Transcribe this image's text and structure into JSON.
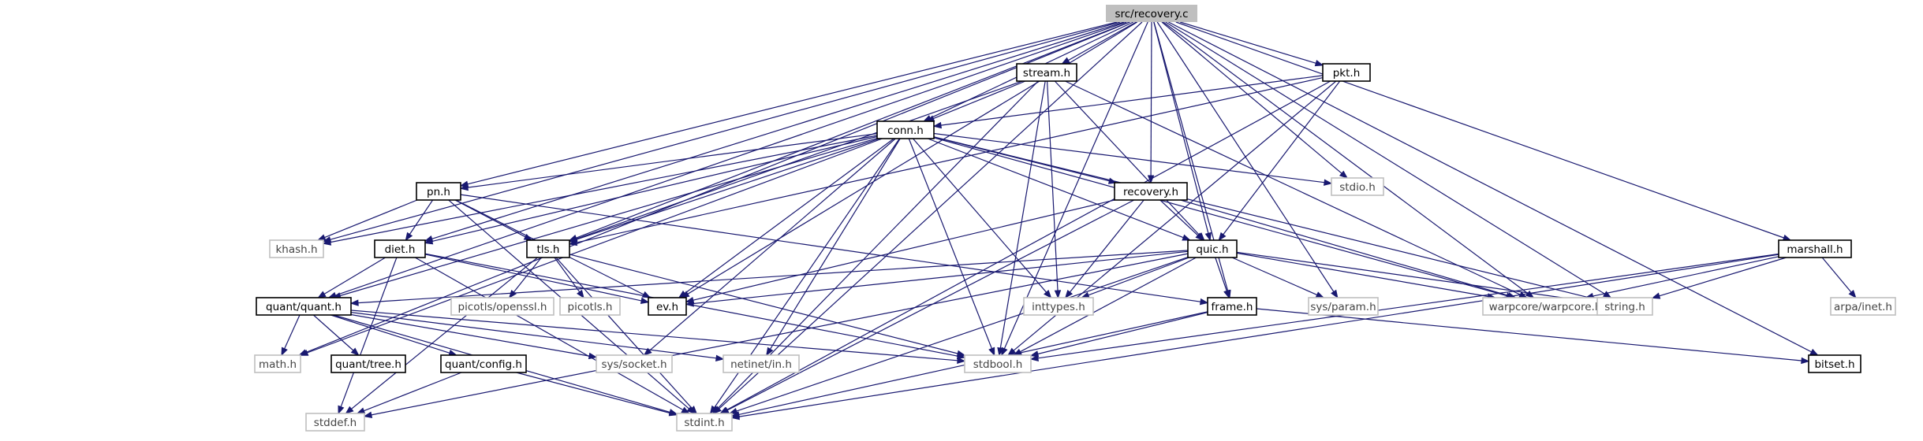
{
  "diagram": {
    "title": "src/recovery.c",
    "nodes": [
      {
        "id": "recovery_c",
        "label": "src/recovery.c",
        "kind": "root"
      },
      {
        "id": "stream_h",
        "label": "stream.h",
        "kind": "local"
      },
      {
        "id": "pkt_h",
        "label": "pkt.h",
        "kind": "local"
      },
      {
        "id": "conn_h",
        "label": "conn.h",
        "kind": "local"
      },
      {
        "id": "stdio_h",
        "label": "stdio.h",
        "kind": "system"
      },
      {
        "id": "pn_h",
        "label": "pn.h",
        "kind": "local"
      },
      {
        "id": "recovery_h",
        "label": "recovery.h",
        "kind": "local"
      },
      {
        "id": "khash_h",
        "label": "khash.h",
        "kind": "system"
      },
      {
        "id": "diet_h",
        "label": "diet.h",
        "kind": "local"
      },
      {
        "id": "tls_h",
        "label": "tls.h",
        "kind": "local"
      },
      {
        "id": "quic_h",
        "label": "quic.h",
        "kind": "local"
      },
      {
        "id": "marshall_h",
        "label": "marshall.h",
        "kind": "local"
      },
      {
        "id": "picotls_openssl_h",
        "label": "picotls/openssl.h",
        "kind": "system"
      },
      {
        "id": "picotls_h",
        "label": "picotls.h",
        "kind": "system"
      },
      {
        "id": "quant_quant_h",
        "label": "quant/quant.h",
        "kind": "local"
      },
      {
        "id": "ev_h",
        "label": "ev.h",
        "kind": "local"
      },
      {
        "id": "inttypes_h",
        "label": "inttypes.h",
        "kind": "system"
      },
      {
        "id": "frame_h",
        "label": "frame.h",
        "kind": "local"
      },
      {
        "id": "sys_param_h",
        "label": "sys/param.h",
        "kind": "system"
      },
      {
        "id": "warpcore_h",
        "label": "warpcore/warpcore.h",
        "kind": "system"
      },
      {
        "id": "string_h",
        "label": "string.h",
        "kind": "system"
      },
      {
        "id": "arpa_inet_h",
        "label": "arpa/inet.h",
        "kind": "system"
      },
      {
        "id": "math_h",
        "label": "math.h",
        "kind": "system"
      },
      {
        "id": "quant_tree_h",
        "label": "quant/tree.h",
        "kind": "local"
      },
      {
        "id": "quant_config_h",
        "label": "quant/config.h",
        "kind": "local"
      },
      {
        "id": "sys_socket_h",
        "label": "sys/socket.h",
        "kind": "system"
      },
      {
        "id": "netinet_in_h",
        "label": "netinet/in.h",
        "kind": "system"
      },
      {
        "id": "stdbool_h",
        "label": "stdbool.h",
        "kind": "system"
      },
      {
        "id": "bitset_h",
        "label": "bitset.h",
        "kind": "local"
      },
      {
        "id": "stddef_h",
        "label": "stddef.h",
        "kind": "system"
      },
      {
        "id": "stdint_h",
        "label": "stdint.h",
        "kind": "system"
      }
    ],
    "edges": [
      [
        "recovery_c",
        "stream_h"
      ],
      [
        "recovery_c",
        "pkt_h"
      ],
      [
        "recovery_c",
        "conn_h"
      ],
      [
        "recovery_c",
        "recovery_h"
      ],
      [
        "recovery_c",
        "pn_h"
      ],
      [
        "recovery_c",
        "diet_h"
      ],
      [
        "recovery_c",
        "tls_h"
      ],
      [
        "recovery_c",
        "quic_h"
      ],
      [
        "recovery_c",
        "marshall_h"
      ],
      [
        "recovery_c",
        "khash_h"
      ],
      [
        "recovery_c",
        "stdio_h"
      ],
      [
        "recovery_c",
        "frame_h"
      ],
      [
        "recovery_c",
        "quant_quant_h"
      ],
      [
        "recovery_c",
        "ev_h"
      ],
      [
        "recovery_c",
        "math_h"
      ],
      [
        "recovery_c",
        "sys_param_h"
      ],
      [
        "recovery_c",
        "warpcore_h"
      ],
      [
        "recovery_c",
        "string_h"
      ],
      [
        "recovery_c",
        "stdbool_h"
      ],
      [
        "recovery_c",
        "bitset_h"
      ],
      [
        "recovery_c",
        "stdint_h"
      ],
      [
        "stream_h",
        "conn_h"
      ],
      [
        "stream_h",
        "tls_h"
      ],
      [
        "stream_h",
        "quic_h"
      ],
      [
        "stream_h",
        "inttypes_h"
      ],
      [
        "stream_h",
        "stdbool_h"
      ],
      [
        "stream_h",
        "warpcore_h"
      ],
      [
        "stream_h",
        "stdint_h"
      ],
      [
        "pkt_h",
        "conn_h"
      ],
      [
        "pkt_h",
        "tls_h"
      ],
      [
        "pkt_h",
        "quic_h"
      ],
      [
        "pkt_h",
        "stdbool_h"
      ],
      [
        "pkt_h",
        "stdint_h"
      ],
      [
        "conn_h",
        "pn_h"
      ],
      [
        "conn_h",
        "recovery_h"
      ],
      [
        "conn_h",
        "khash_h"
      ],
      [
        "conn_h",
        "diet_h"
      ],
      [
        "conn_h",
        "tls_h"
      ],
      [
        "conn_h",
        "quic_h"
      ],
      [
        "conn_h",
        "stdio_h"
      ],
      [
        "conn_h",
        "string_h"
      ],
      [
        "conn_h",
        "warpcore_h"
      ],
      [
        "conn_h",
        "ev_h"
      ],
      [
        "conn_h",
        "inttypes_h"
      ],
      [
        "conn_h",
        "math_h"
      ],
      [
        "conn_h",
        "sys_socket_h"
      ],
      [
        "conn_h",
        "netinet_in_h"
      ],
      [
        "conn_h",
        "stdbool_h"
      ],
      [
        "conn_h",
        "stdint_h"
      ],
      [
        "conn_h",
        "quant_quant_h"
      ],
      [
        "pn_h",
        "khash_h"
      ],
      [
        "pn_h",
        "diet_h"
      ],
      [
        "pn_h",
        "tls_h"
      ],
      [
        "pn_h",
        "frame_h"
      ],
      [
        "pn_h",
        "ev_h"
      ],
      [
        "pn_h",
        "stdint_h"
      ],
      [
        "recovery_h",
        "quic_h"
      ],
      [
        "recovery_h",
        "ev_h"
      ],
      [
        "recovery_h",
        "inttypes_h"
      ],
      [
        "recovery_h",
        "warpcore_h"
      ],
      [
        "recovery_h",
        "stdint_h"
      ],
      [
        "diet_h",
        "quant_quant_h"
      ],
      [
        "diet_h",
        "ev_h"
      ],
      [
        "diet_h",
        "stdbool_h"
      ],
      [
        "diet_h",
        "stddef_h"
      ],
      [
        "diet_h",
        "stdint_h"
      ],
      [
        "tls_h",
        "picotls_openssl_h"
      ],
      [
        "tls_h",
        "picotls_h"
      ],
      [
        "tls_h",
        "stdbool_h"
      ],
      [
        "tls_h",
        "stddef_h"
      ],
      [
        "tls_h",
        "stdint_h"
      ],
      [
        "quic_h",
        "quant_quant_h"
      ],
      [
        "quic_h",
        "ev_h"
      ],
      [
        "quic_h",
        "inttypes_h"
      ],
      [
        "quic_h",
        "frame_h"
      ],
      [
        "quic_h",
        "sys_param_h"
      ],
      [
        "quic_h",
        "warpcore_h"
      ],
      [
        "quic_h",
        "string_h"
      ],
      [
        "quic_h",
        "stdbool_h"
      ],
      [
        "quic_h",
        "stddef_h"
      ],
      [
        "quic_h",
        "stdint_h"
      ],
      [
        "marshall_h",
        "warpcore_h"
      ],
      [
        "marshall_h",
        "string_h"
      ],
      [
        "marshall_h",
        "arpa_inet_h"
      ],
      [
        "marshall_h",
        "stdbool_h"
      ],
      [
        "marshall_h",
        "stdint_h"
      ],
      [
        "quant_quant_h",
        "math_h"
      ],
      [
        "quant_quant_h",
        "quant_tree_h"
      ],
      [
        "quant_quant_h",
        "quant_config_h"
      ],
      [
        "quant_quant_h",
        "sys_socket_h"
      ],
      [
        "quant_quant_h",
        "netinet_in_h"
      ],
      [
        "quant_quant_h",
        "stdbool_h"
      ],
      [
        "quant_quant_h",
        "stdint_h"
      ],
      [
        "quant_config_h",
        "stddef_h"
      ],
      [
        "quant_config_h",
        "stdint_h"
      ],
      [
        "frame_h",
        "bitset_h"
      ],
      [
        "frame_h",
        "stdbool_h"
      ],
      [
        "frame_h",
        "stdint_h"
      ]
    ]
  },
  "colors": {
    "edge": "#191970",
    "local_border": "#000000",
    "system_border": "#bfbfbf",
    "root_fill": "#bfbfbf",
    "background": "#ffffff"
  }
}
